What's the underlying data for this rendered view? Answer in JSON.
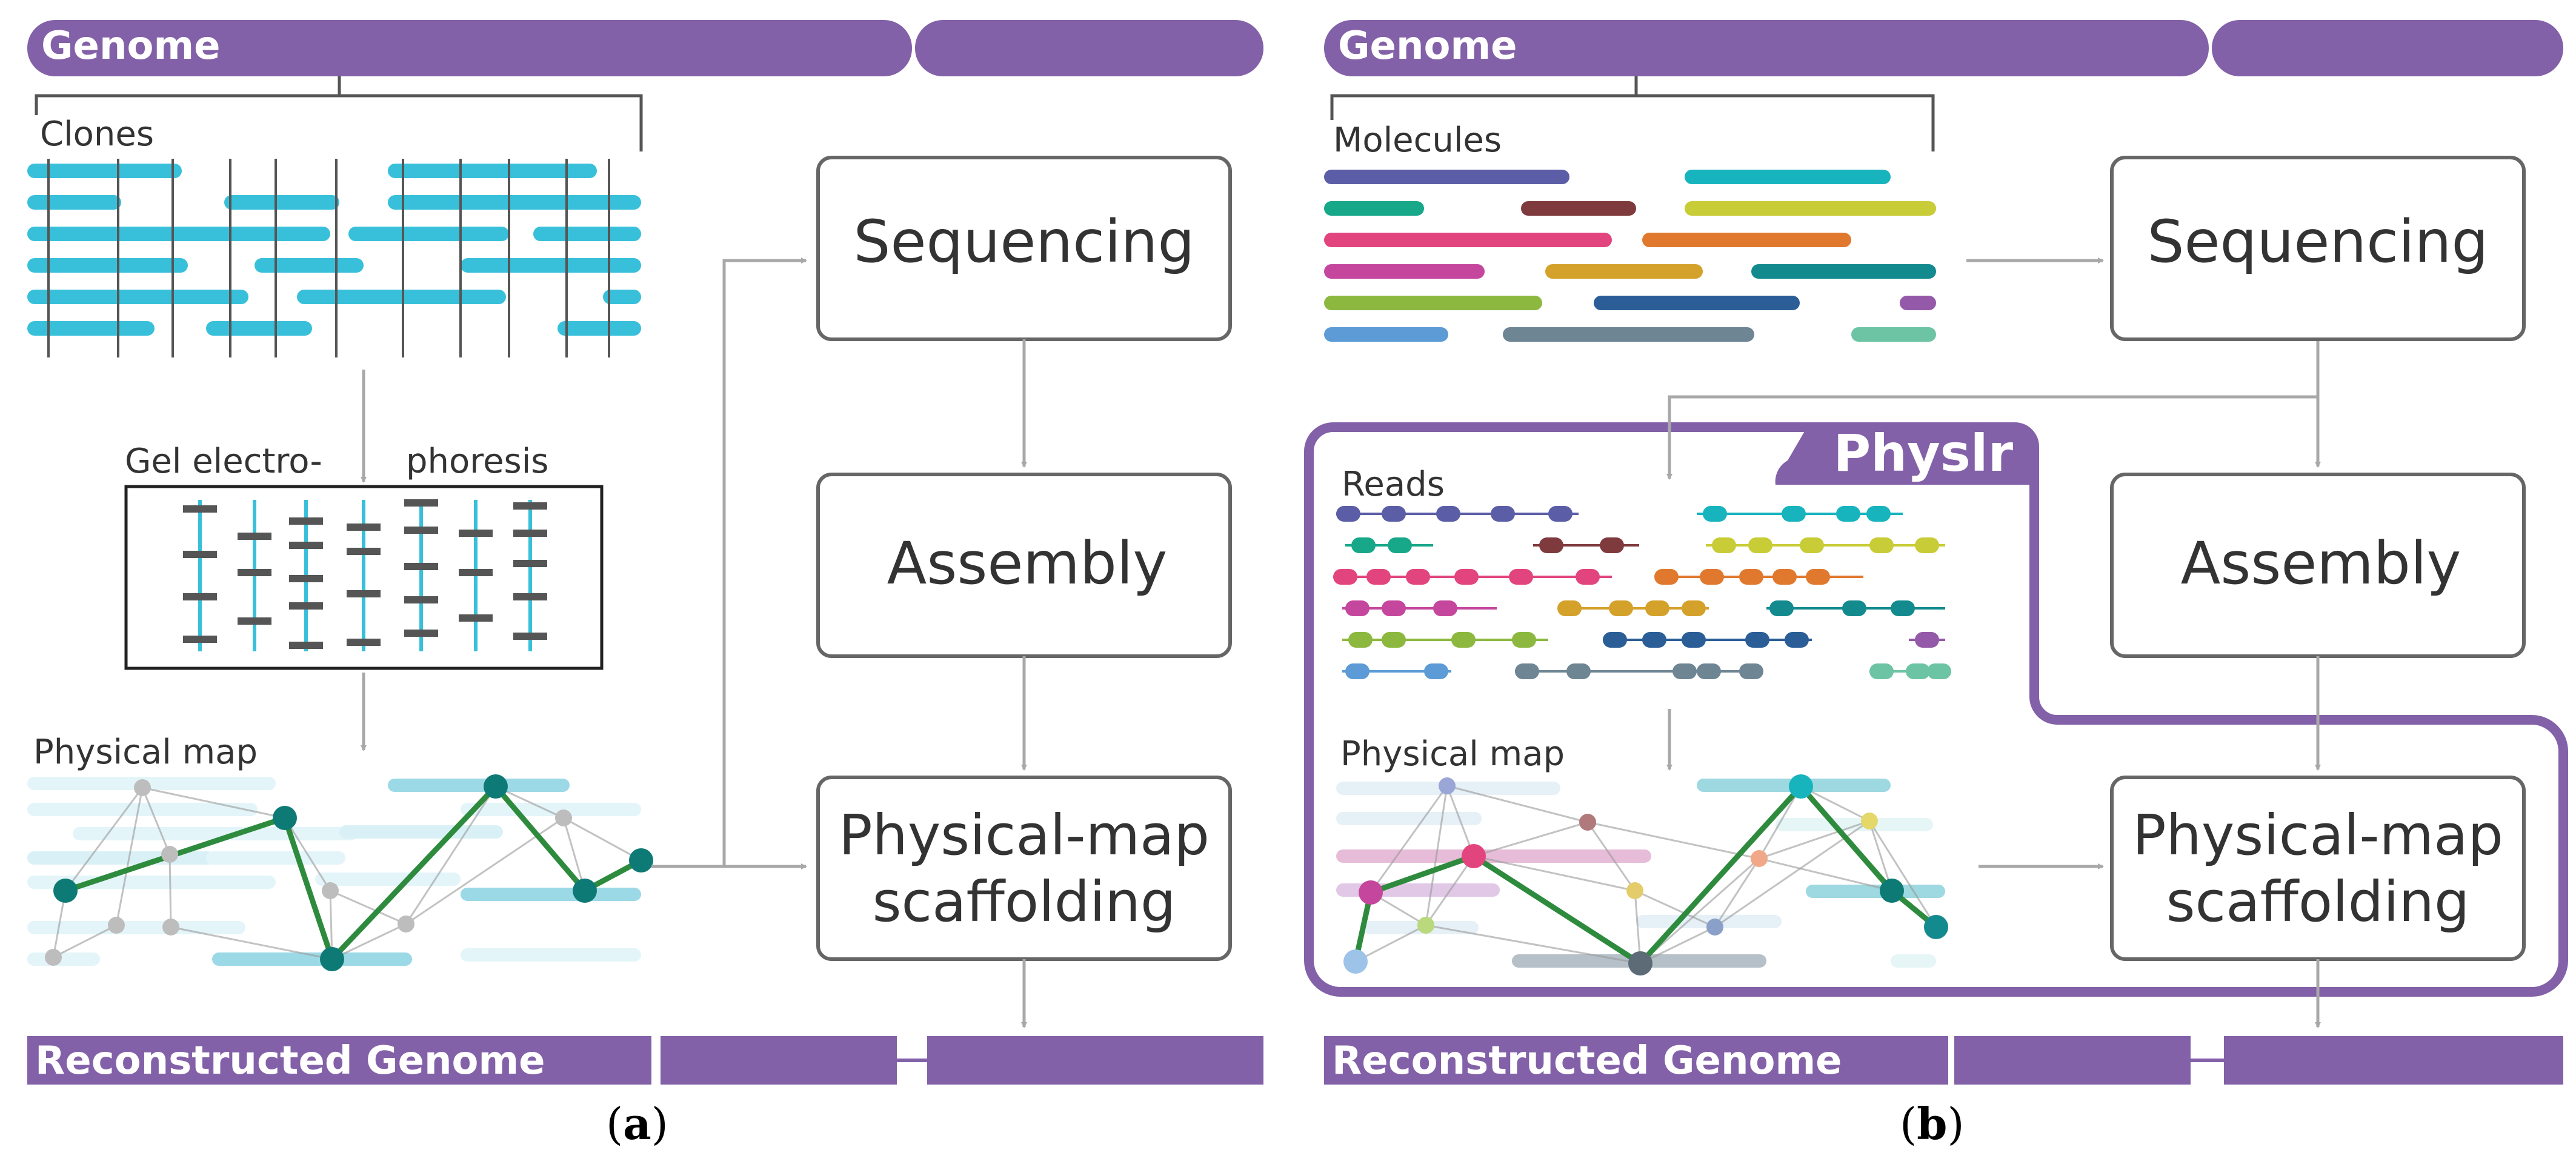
{
  "colors": {
    "purple": "#8361A8",
    "cyan": "#38C0DA",
    "gray_arrow": "#A8A8A8",
    "box_border": "#555555",
    "map_line": "#2E8B3E",
    "map_node": "#0E7A76"
  },
  "panel_a": {
    "genome_label": "Genome",
    "clones_label": "Clones",
    "gel_label_left": "Gel electro-",
    "gel_label_right": "phoresis",
    "physical_map_label": "Physical map",
    "steps": [
      "Sequencing",
      "Assembly",
      "Physical-map",
      "scaffolding"
    ],
    "reconstructed_label": "Reconstructed Genome",
    "caption_open": "(",
    "caption_letter": "a",
    "caption_close": ")"
  },
  "panel_b": {
    "genome_label": "Genome",
    "molecules_label": "Molecules",
    "reads_label": "Reads",
    "physlr_label": "Physlr",
    "physical_map_label": "Physical map",
    "steps": [
      "Sequencing",
      "Assembly",
      "Physical-map",
      "scaffolding"
    ],
    "reconstructed_label": "Reconstructed Genome",
    "caption_open": "(",
    "caption_letter": "b",
    "caption_close": ")",
    "molecule_colors": [
      "#5B5EA6",
      "#17A789",
      "#7F3A3E",
      "#C8CC36",
      "#E2457E",
      "#E0792E",
      "#C5469D",
      "#D4A12B",
      "#138A8E",
      "#8CB840",
      "#2B5E97",
      "#9459A8",
      "#5C9BD5",
      "#6E8594",
      "#6CC4A4",
      "#18B4BE"
    ]
  }
}
